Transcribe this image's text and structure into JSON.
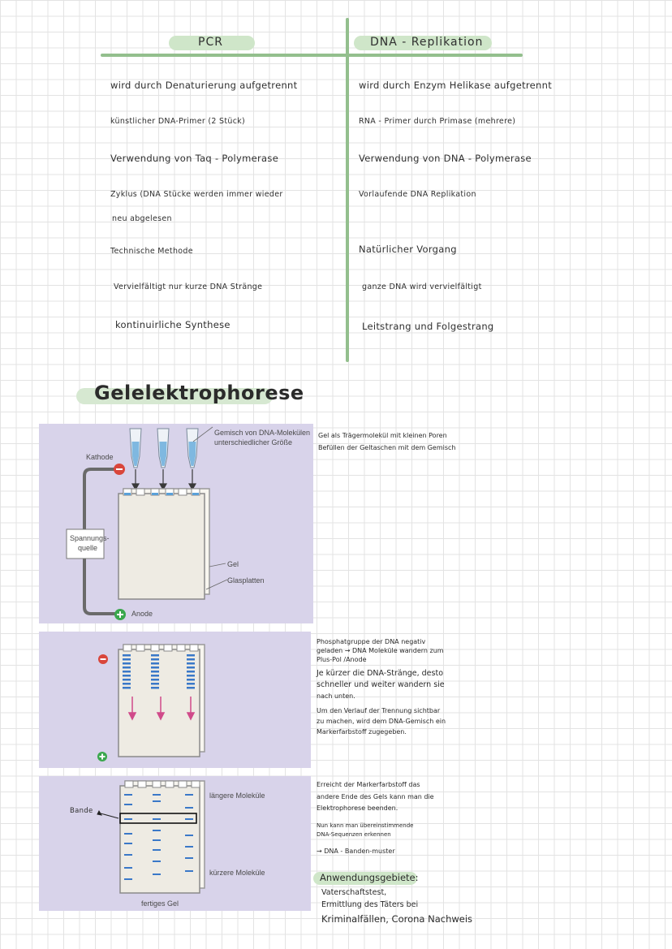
{
  "table": {
    "left_header": "PCR",
    "right_header": "DNA - Replikation",
    "rows": [
      {
        "left": "wird durch Denaturierung aufgetrennt",
        "right": "wird durch Enzym Helikase aufgetrennt"
      },
      {
        "left": "künstlicher DNA-Primer (2 Stück)",
        "right": "RNA - Primer durch Primase (mehrere)"
      },
      {
        "left": "Verwendung von Taq - Polymerase",
        "right": "Verwendung von DNA - Polymerase"
      },
      {
        "left": "Zyklus (DNA Stücke werden immer wieder",
        "left_2": "neu abgelesen",
        "right": "Vorlaufende DNA Replikation"
      },
      {
        "left": "Technische Methode",
        "right": "Natürlicher Vorgang"
      },
      {
        "left": "Vervielfältigt nur kurze DNA Stränge",
        "right": "ganze DNA wird vervielfältigt"
      },
      {
        "left": "kontinuirliche Synthese",
        "right": "Leitstrang und Folgestrang"
      }
    ]
  },
  "section": {
    "title": "Gelelektrophorese"
  },
  "diagram1": {
    "mixture_label_1": "Gemisch von DNA-Molekülen",
    "mixture_label_2": "unterschiedlicher Größe",
    "cathode": "Kathode",
    "power_1": "Spannungs-",
    "power_2": "quelle",
    "gel": "Gel",
    "glass": "Glasplatten",
    "anode": "Anode"
  },
  "diagram3": {
    "longer": "längere Moleküle",
    "shorter": "kürzere Moleküle",
    "finished": "fertiges Gel",
    "band": "Bande"
  },
  "notes1": {
    "line1": "Gel als Trägermolekül mit kleinen Poren",
    "line2": "Befüllen der Geltaschen mit dem Gemisch"
  },
  "notes2": {
    "p1_1": "Phosphatgruppe der DNA negativ",
    "p1_2": "geladen → DNA Moleküle wandern zum",
    "p1_3": "Plus-Pol /Anode",
    "p2_1": "Je kürzer die DNA-Stränge, desto",
    "p2_2": "schneller und weiter wandern sie",
    "p2_3": "nach unten.",
    "p3_1": "Um den Verlauf der Trennung sichtbar",
    "p3_2": "zu machen, wird dem DNA-Gemisch ein",
    "p3_3": "Markerfarbstoff zugegeben."
  },
  "notes3": {
    "p1_1": "Erreicht der Markerfarbstoff das",
    "p1_2": "andere Ende des Gels kann man die",
    "p1_3": "Elektrophorese beenden.",
    "p2_1": "Nun kann man übereinstimmende",
    "p2_2": "DNA-Sequenzen erkennen",
    "p3": "→ DNA - Banden-muster",
    "app_title": "Anwendungsgebiete:",
    "app_1": "Vaterschaftstest,",
    "app_2": "Ermittlung des Täters bei",
    "app_3": "Kriminalfällen, Corona Nachweis"
  },
  "colors": {
    "highlight": "#cfe6c9",
    "rule": "#93bf8d",
    "panel": "#d8d3ea",
    "band": "#3a78c8",
    "arrow": "#d04a8a",
    "minus": "#d9463b",
    "plus": "#3aa74d"
  }
}
